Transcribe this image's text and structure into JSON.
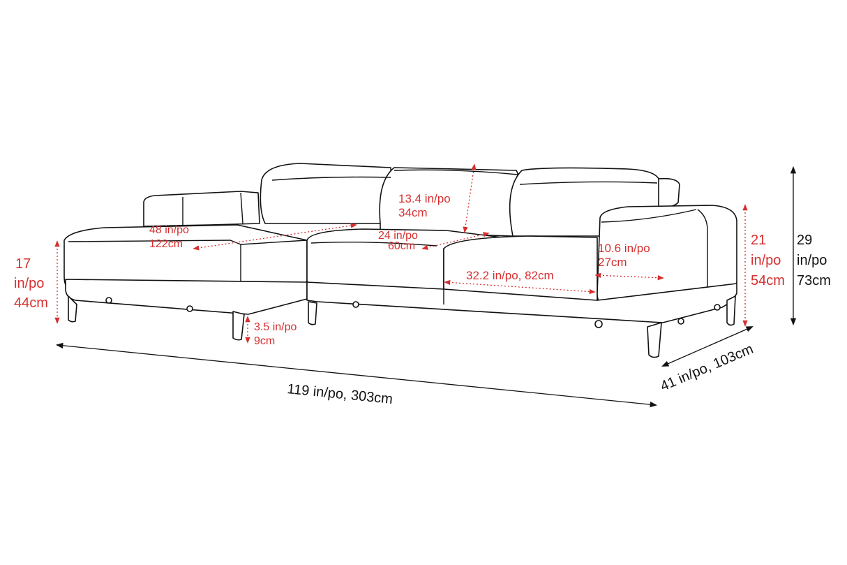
{
  "colors": {
    "dimension_red": "#d62f2f",
    "dimension_black": "#111111",
    "outline": "#111111",
    "background": "#ffffff"
  },
  "dimensions": {
    "seat_height": {
      "line1": "17",
      "line2": "in/po",
      "line3": "44cm"
    },
    "chaise_depth": {
      "line1": "48 in/po",
      "line2": "122cm"
    },
    "middle_seat_depth": {
      "line1": "24 in/po",
      "line2": "60cm"
    },
    "headrest_height": {
      "line1": "13.4 in/po",
      "line2": "34cm"
    },
    "seat_width": {
      "line1": "32.2 in/po, 82cm"
    },
    "arm_width": {
      "line1": "10.6 in/po",
      "line2": "27cm"
    },
    "arm_height": {
      "line1": "21",
      "line2": "in/po",
      "line3": "54cm"
    },
    "overall_height": {
      "line1": "29",
      "line2": "in/po",
      "line3": "73cm"
    },
    "leg_height": {
      "line1": "3.5 in/po",
      "line2": "9cm"
    },
    "overall_width": {
      "line1": "119 in/po, 303cm"
    },
    "overall_depth": {
      "line1": "41 in/po, 103cm"
    }
  }
}
